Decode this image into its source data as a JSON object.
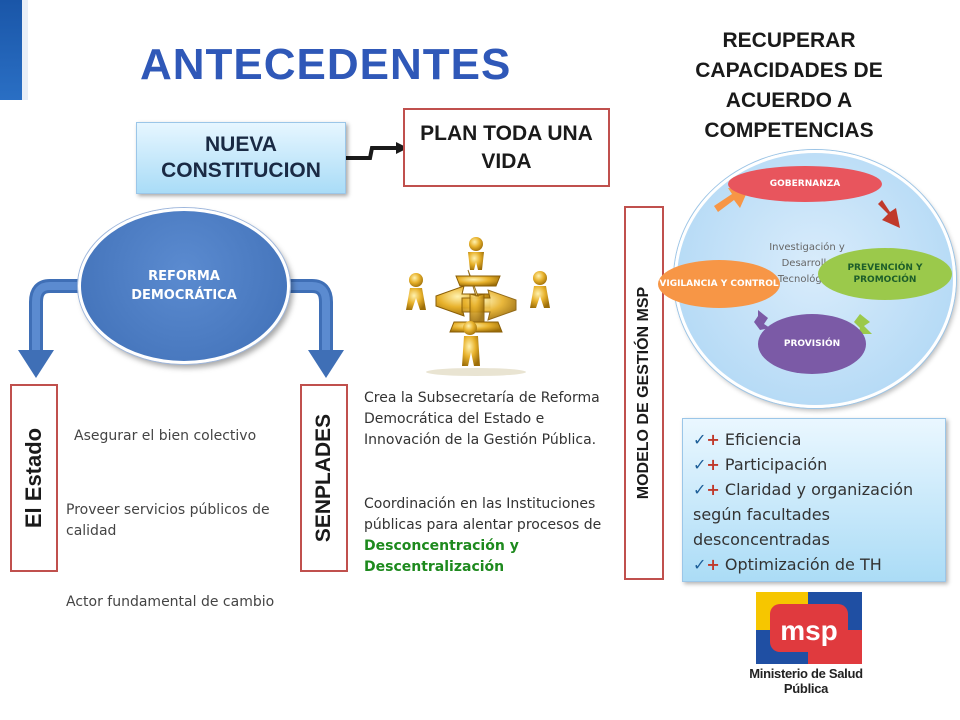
{
  "title": "ANTECEDENTES",
  "recuperar_title": "RECUPERAR CAPACIDADES DE ACUERDO A COMPETENCIAS",
  "nueva_constitucion": "NUEVA CONSTITUCION",
  "plan_toda_una_vida": "PLAN TODA UNA VIDA",
  "reforma_democratica": "REFORMA DEMOCRÁTICA",
  "el_estado": "El Estado",
  "senplades": "SENPLADES",
  "modelo_gestion": "MODELO DE GESTIÓN MSP",
  "estado_items": [
    "Asegurar el bien colectivo",
    "Proveer servicios públicos de calidad",
    "Actor fundamental de cambio"
  ],
  "senplades_text_1": "Crea la Subsecretaría de Reforma Democrática del Estado e Innovación de la Gestión Pública.",
  "senplades_text_2": "Coordinación en las Instituciones públicas para alentar procesos de",
  "senplades_text_highlight": "Desconcentración y Descentralización",
  "cycle": {
    "center": "Investigación y Desarrollo Tecnológico",
    "gobernanza": "GOBERNANZA",
    "prevencion": "PREVENCIÓN Y PROMOCIÓN",
    "provision": "PROVISIÓN",
    "vigilancia": "VIGILANCIA Y CONTROL",
    "colors": {
      "gobernanza": "#e8555d",
      "prevencion": "#9bc94b",
      "provision": "#7b5aa6",
      "vigilancia": "#f79646"
    }
  },
  "benefits": [
    "Eficiencia",
    "Participación",
    "Claridad y organización según facultades desconcentradas",
    "Optimización de TH"
  ],
  "benefit_prefix": "+",
  "logo": {
    "letters": "msp",
    "name": "Ministerio de Salud Pública"
  },
  "colors": {
    "title": "#2f58b8",
    "accent_red": "#c0504d",
    "arrow_blue": "#3f6fb6",
    "highlight_green": "#1e8a1e"
  }
}
